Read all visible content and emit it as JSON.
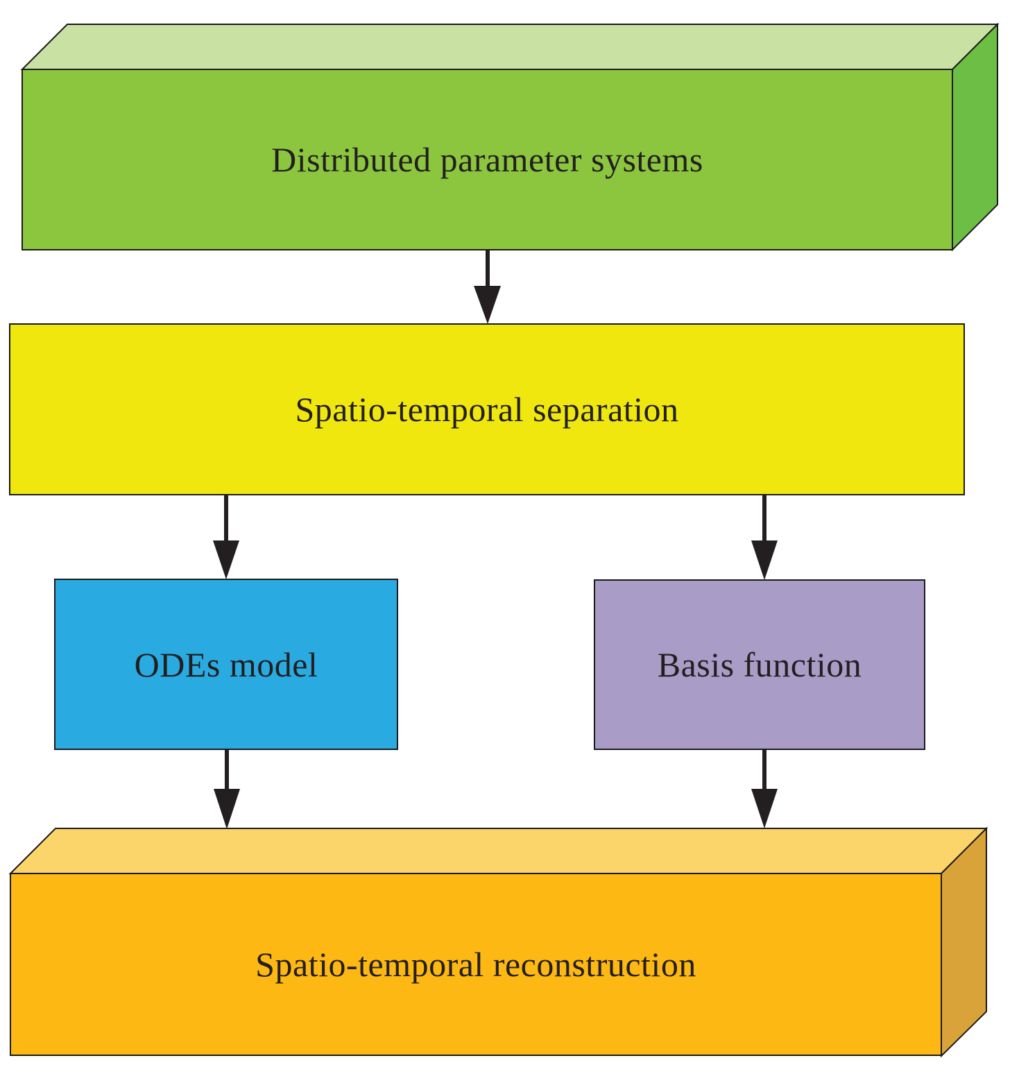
{
  "diagram": {
    "type": "flowchart",
    "description": "Modeling flow from distributed parameter systems through spatio-temporal separation to reconstruction"
  },
  "boxes": {
    "distributed_parameter_systems": {
      "label": "Distributed parameter systems",
      "shape": "3d-box",
      "face_color": "#8CC63F",
      "top_color": "#C9E2A4",
      "side_color": "#6CBE44"
    },
    "spatio_temporal_separation": {
      "label": "Spatio-temporal separation",
      "shape": "rect",
      "face_color": "#F0E70F"
    },
    "odes_model": {
      "label": "ODEs model",
      "shape": "rect",
      "face_color": "#29ABE2"
    },
    "basis_function": {
      "label": "Basis function",
      "shape": "rect",
      "face_color": "#A99CC7"
    },
    "spatio_temporal_reconstruction": {
      "label": "Spatio-temporal reconstruction",
      "shape": "3d-box",
      "face_color": "#FDB813",
      "top_color": "#FBD56A",
      "side_color": "#D9A33A"
    }
  },
  "arrows": {
    "color": "#231F20",
    "connections": [
      {
        "from": "Distributed parameter systems",
        "to": "Spatio-temporal separation"
      },
      {
        "from": "Spatio-temporal separation",
        "to": "ODEs model"
      },
      {
        "from": "Spatio-temporal separation",
        "to": "Basis function"
      },
      {
        "from": "ODEs model",
        "to": "Spatio-temporal reconstruction"
      },
      {
        "from": "Basis function",
        "to": "Spatio-temporal reconstruction"
      }
    ]
  },
  "text_color": "#231F20"
}
